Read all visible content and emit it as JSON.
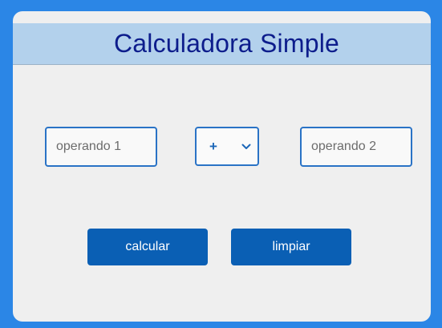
{
  "header": {
    "title": "Calculadora Simple"
  },
  "form": {
    "operand1": {
      "value": "",
      "placeholder": "operando 1"
    },
    "operator": {
      "selected": "+"
    },
    "operand2": {
      "value": "",
      "placeholder": "operando 2"
    }
  },
  "buttons": {
    "calculate_label": "calcular",
    "clear_label": "limpiar"
  },
  "colors": {
    "page_background": "#2b86e6",
    "card_background": "#efefef",
    "header_background": "#b3d1ec",
    "title_color": "#0d1d8c",
    "accent": "#2a73c6",
    "button_background": "#0a5fb4"
  },
  "icons": {
    "operator_dropdown": "chevron-down-icon"
  }
}
